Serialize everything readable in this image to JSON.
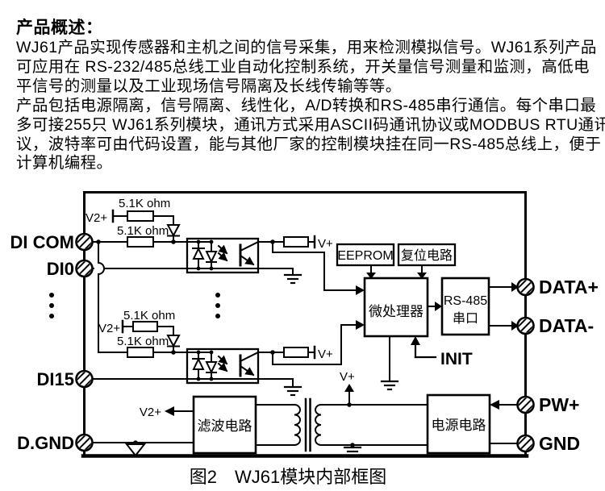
{
  "doc": {
    "title": "产品概述：",
    "lines": [
      "WJ61产品实现传感器和主机之间的信号采集，用来检测模拟信号。WJ61系列产品",
      "可应用在 RS-232/485总线工业自动化控制系统，开关量信号测量和监测，高低电",
      "平信号的测量以及工业现场信号隔离及长线传输等等。",
      "产品包括电源隔离，信号隔离、线性化，A/D转换和RS-485串行通信。每个串口最",
      "多可接255只 WJ61系列模块，通讯方式采用ASCII码通讯协议或MODBUS RTU通讯协",
      "议，波特率可由代码设置，能与其他厂家的控制模块挂在同一RS-485总线上，便于",
      "计算机编程。"
    ]
  },
  "diagram": {
    "caption": "图2　WJ61模块内部框图",
    "terminals": {
      "left": [
        "DI COM",
        "DI0",
        "DI15",
        "D.GND"
      ],
      "right": [
        "DATA+",
        "DATA-",
        "PW+",
        "GND"
      ]
    },
    "blocks": {
      "eeprom": "EEPROM",
      "reset_circuit": "复位电路",
      "mcu": "微处理器",
      "rs485_line1": "RS-485",
      "rs485_line2": "串口",
      "filter": "滤波电路",
      "power": "电源电路"
    },
    "labels": {
      "resistor": "5.1K ohm",
      "v2": "V2+",
      "v": "V+",
      "init": "INIT"
    },
    "colors": {
      "ink": "#000000",
      "paper": "#ffffff"
    }
  }
}
